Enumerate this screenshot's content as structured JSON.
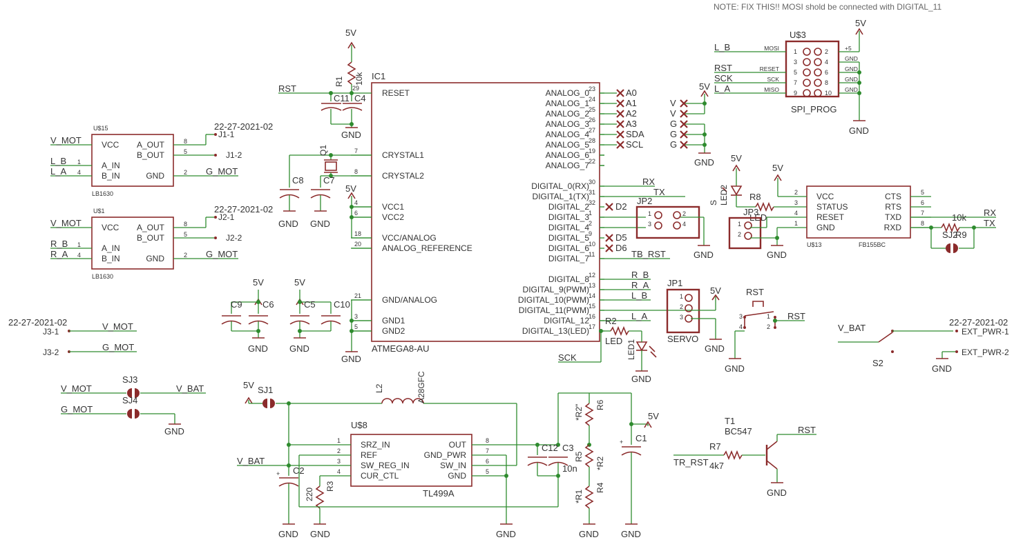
{
  "note": "NOTE: FIX THIS!! MOSI shold be connected with DIGITAL_11",
  "mcu": {
    "name": "IC1",
    "value": "ATMEGA8-AU",
    "left_pins": [
      {
        "num": "29",
        "name": "RESET"
      },
      {
        "num": "7",
        "name": "CRYSTAL1"
      },
      {
        "num": "8",
        "name": "CRYSTAL2"
      },
      {
        "num": "4",
        "name": "VCC1"
      },
      {
        "num": "6",
        "name": "VCC2"
      },
      {
        "num": "18",
        "name": "VCC/ANALOG"
      },
      {
        "num": "20",
        "name": "ANALOG_REFERENCE"
      },
      {
        "num": "21",
        "name": "GND/ANALOG"
      },
      {
        "num": "3",
        "name": "GND1"
      },
      {
        "num": "5",
        "name": "GND2"
      }
    ],
    "right_pins": [
      {
        "num": "23",
        "name": "ANALOG_0"
      },
      {
        "num": "24",
        "name": "ANALOG_1"
      },
      {
        "num": "25",
        "name": "ANALOG_2"
      },
      {
        "num": "26",
        "name": "ANALOG_3"
      },
      {
        "num": "27",
        "name": "ANALOG_4"
      },
      {
        "num": "28",
        "name": "ANALOG_5"
      },
      {
        "num": "19",
        "name": "ANALOG_6"
      },
      {
        "num": "22",
        "name": "ANALOG_7"
      },
      {
        "num": "30",
        "name": "DIGITAL_0(RX)"
      },
      {
        "num": "31",
        "name": "DIGITAL_1(TX)"
      },
      {
        "num": "32",
        "name": "DIGITAL_2"
      },
      {
        "num": "1",
        "name": "DIGITAL_3"
      },
      {
        "num": "2",
        "name": "DIGITAL_4"
      },
      {
        "num": "9",
        "name": "DIGITAL_5"
      },
      {
        "num": "10",
        "name": "DIGITAL_6"
      },
      {
        "num": "11",
        "name": "DIGITAL_7"
      },
      {
        "num": "12",
        "name": "DIGITAL_8"
      },
      {
        "num": "13",
        "name": "DIGITAL_9(PWM)"
      },
      {
        "num": "14",
        "name": "DIGITAL_10(PWM)"
      },
      {
        "num": "15",
        "name": "DIGITAL_11(PWM)"
      },
      {
        "num": "16",
        "name": "DIGITAL_12"
      },
      {
        "num": "17",
        "name": "DIGITAL_13(LED)"
      }
    ],
    "analog_net_labels": [
      "A0",
      "A1",
      "A2",
      "A3",
      "SDA",
      "SCL"
    ],
    "digital_net_labels": {
      "rx": "RX",
      "tx": "TX",
      "d2": "D2",
      "d5": "D5",
      "d6": "D6",
      "d7": "TB_RST",
      "d8": "R_B",
      "d9": "R_A",
      "d10": "L_B",
      "d12": "L_A",
      "sck": "SCK"
    }
  },
  "power": {
    "vcc": "5V",
    "gnd": "GND",
    "vbat": "V_BAT",
    "vmot": "V_MOT",
    "gmot": "G_MOT"
  },
  "drivers": [
    {
      "name": "U$15",
      "value": "LB1630",
      "in_a": "L_B",
      "in_b": "L_A",
      "out_a": "J1-1",
      "out_b": "J1-2",
      "conn": "22-27-2021-02",
      "pins": [
        "VCC",
        "A_OUT",
        "B_OUT",
        "A_IN",
        "B_IN",
        "GND"
      ],
      "nums": [
        "8",
        "5",
        "1",
        "4",
        "2"
      ]
    },
    {
      "name": "U$1",
      "value": "LB1630",
      "in_a": "R_B",
      "in_b": "R_A",
      "out_a": "J2-1",
      "out_b": "J2-2",
      "conn": "22-27-2021-02",
      "pins": [
        "VCC",
        "A_OUT",
        "B_OUT",
        "A_IN",
        "B_IN",
        "GND"
      ],
      "nums": [
        "8",
        "5",
        "1",
        "4",
        "2"
      ]
    }
  ],
  "j3": {
    "conn": "22-27-2021-02",
    "p1": "J3-1",
    "p2": "J3-2"
  },
  "solder_jumpers": {
    "sj1": "SJ1",
    "sj3": "SJ3",
    "sj4": "SJ4",
    "sj2": "SJ2"
  },
  "regulator": {
    "name": "U$8",
    "value": "TL499A",
    "left_pins": [
      {
        "num": "1",
        "name": "SRZ_IN"
      },
      {
        "num": "2",
        "name": "REF"
      },
      {
        "num": "3",
        "name": "SW_REG_IN"
      },
      {
        "num": "4",
        "name": "CUR_CTL"
      }
    ],
    "right_pins": [
      {
        "num": "8",
        "name": "OUT"
      },
      {
        "num": "7",
        "name": "GND_PWR"
      },
      {
        "num": "6",
        "name": "SW_IN"
      },
      {
        "num": "5",
        "name": "GND"
      }
    ]
  },
  "passives": {
    "r1": "R1",
    "r1v": "10k",
    "r2": "R2",
    "r2v": "LED",
    "r3": "R3",
    "r3v": "220",
    "r4": "R4",
    "r4v": "*R1",
    "r5": "R5",
    "r5v": "*R2",
    "r6": "R6",
    "r6v": "*R2\"",
    "r7": "R7",
    "r7v": "4k7",
    "r8": "R8",
    "r8v": "LED",
    "r9": "R9",
    "r9v": "10k",
    "c1": "C1",
    "c11": "C11",
    "c4": "C4",
    "c8": "C8",
    "c7": "C7",
    "c9": "C9",
    "c6": "C6",
    "c5": "C5",
    "c10": "C10",
    "c2": "C2",
    "c12": "C12",
    "c3": "C3",
    "c3v": "10n",
    "l2": "L2",
    "l2v": "A28GFC",
    "q1": "Q1"
  },
  "headers": {
    "jp1": "JP1",
    "jp1v": "SERVO",
    "jp2": "JP2",
    "jp3": "JP3",
    "pins": [
      "1",
      "2",
      "3",
      "4"
    ]
  },
  "leds": {
    "led1": "LED1",
    "led2": "LED2",
    "led2v": "S"
  },
  "spi": {
    "name": "U$3",
    "value": "SPI_PROG",
    "left_nums": [
      "1",
      "3",
      "5",
      "7",
      "9"
    ],
    "right_nums": [
      "2",
      "4",
      "6",
      "8",
      "10"
    ],
    "left_sig": [
      "MOSI",
      "",
      "RESET",
      "SCK",
      "MISO"
    ],
    "right_sig": [
      "+5",
      "GND",
      "GND",
      "GND",
      "GND"
    ],
    "nets": [
      "L_B",
      "RST",
      "SCK",
      "L_A"
    ]
  },
  "bt": {
    "name": "U$13",
    "value": "FB155BC",
    "left_pins": [
      {
        "num": "2",
        "name": "VCC"
      },
      {
        "num": "3",
        "name": "STATUS"
      },
      {
        "num": "4",
        "name": "RESET"
      },
      {
        "num": "1",
        "name": "GND"
      }
    ],
    "right_pins": [
      {
        "num": "5",
        "name": "CTS"
      },
      {
        "num": "6",
        "name": "RTS"
      },
      {
        "num": "7",
        "name": "TXD"
      },
      {
        "num": "8",
        "name": "RXD"
      }
    ]
  },
  "misc": {
    "vvgg": [
      "V",
      "V",
      "G",
      "G",
      "G"
    ],
    "rst_sw": "RST",
    "sw_pins": [
      "3",
      "4",
      "1",
      "2"
    ],
    "s2": "S2",
    "ext1": "EXT_PWR-1",
    "ext2": "EXT_PWR-2",
    "ext_conn": "22-27-2021-02",
    "t1": "T1",
    "t1v": "BC547",
    "tr_rst": "TR_RST",
    "rst": "RST"
  }
}
